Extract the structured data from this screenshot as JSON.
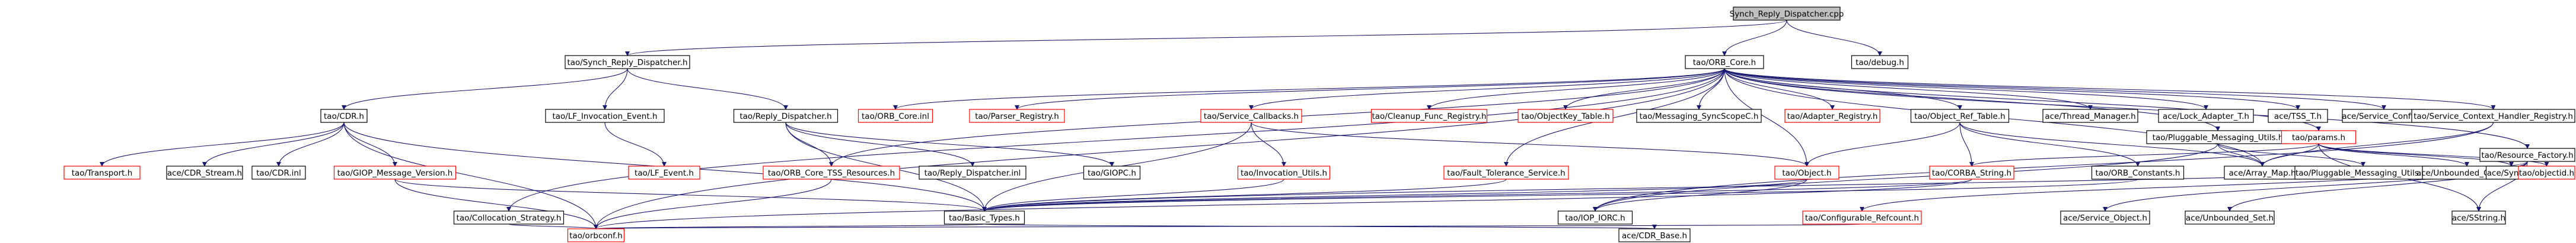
{
  "colors": {
    "root_fill": "#bfbfbf",
    "root_border": "#000000",
    "node_fill": "#ffffff",
    "node_border": "#000000",
    "unresolved_border": "#ff0000",
    "edge": "#191970",
    "text": "#000000"
  },
  "nodes": [
    {
      "id": "root",
      "label": "Synch_Reply_Dispatcher.cpp",
      "kind": "root"
    },
    {
      "id": "srd_h",
      "label": "tao/Synch_Reply_Dispatcher.h",
      "kind": "normal"
    },
    {
      "id": "orb_core",
      "label": "tao/ORB_Core.h",
      "kind": "normal"
    },
    {
      "id": "debug",
      "label": "tao/debug.h",
      "kind": "normal"
    },
    {
      "id": "cdr_h",
      "label": "tao/CDR.h",
      "kind": "normal"
    },
    {
      "id": "lf_inv",
      "label": "tao/LF_Invocation_Event.h",
      "kind": "normal"
    },
    {
      "id": "reply_disp",
      "label": "tao/Reply_Dispatcher.h",
      "kind": "normal"
    },
    {
      "id": "orb_core_inl",
      "label": "tao/ORB_Core.inl",
      "kind": "red"
    },
    {
      "id": "parser_reg",
      "label": "tao/Parser_Registry.h",
      "kind": "red"
    },
    {
      "id": "svc_cb",
      "label": "tao/Service_Callbacks.h",
      "kind": "red"
    },
    {
      "id": "cleanup",
      "label": "tao/Cleanup_Func_Registry.h",
      "kind": "red"
    },
    {
      "id": "objkey",
      "label": "tao/ObjectKey_Table.h",
      "kind": "red"
    },
    {
      "id": "msg_sync",
      "label": "tao/Messaging_SyncScopeC.h",
      "kind": "normal"
    },
    {
      "id": "adapter_reg",
      "label": "tao/Adapter_Registry.h",
      "kind": "red"
    },
    {
      "id": "obj_ref_tbl",
      "label": "tao/Object_Ref_Table.h",
      "kind": "normal"
    },
    {
      "id": "thread_mgr",
      "label": "ace/Thread_Manager.h",
      "kind": "normal"
    },
    {
      "id": "lock_adapter",
      "label": "ace/Lock_Adapter_T.h",
      "kind": "normal"
    },
    {
      "id": "tss_t",
      "label": "ace/TSS_T.h",
      "kind": "normal"
    },
    {
      "id": "svc_config",
      "label": "ace/Service_Config.h",
      "kind": "normal"
    },
    {
      "id": "svc_ctx",
      "label": "tao/Service_Context_Handler_Registry.h",
      "kind": "normal"
    },
    {
      "id": "pluggable",
      "label": "tao/Pluggable_Messaging_Utils.h",
      "kind": "normal"
    },
    {
      "id": "params",
      "label": "tao/params.h",
      "kind": "red"
    },
    {
      "id": "transport",
      "label": "tao/Transport.h",
      "kind": "red"
    },
    {
      "id": "cdr_stream",
      "label": "ace/CDR_Stream.h",
      "kind": "normal"
    },
    {
      "id": "cdr_inl",
      "label": "tao/CDR.inl",
      "kind": "normal"
    },
    {
      "id": "giop_msg",
      "label": "tao/GIOP_Message_Version.h",
      "kind": "red"
    },
    {
      "id": "lf_event",
      "label": "tao/LF_Event.h",
      "kind": "red"
    },
    {
      "id": "tss_res",
      "label": "tao/ORB_Core_TSS_Resources.h",
      "kind": "red"
    },
    {
      "id": "reply_inl",
      "label": "tao/Reply_Dispatcher.inl",
      "kind": "normal"
    },
    {
      "id": "inv_utils",
      "label": "tao/Invocation_Utils.h",
      "kind": "red"
    },
    {
      "id": "giopc",
      "label": "tao/GIOPC.h",
      "kind": "normal"
    },
    {
      "id": "fault",
      "label": "tao/Fault_Tolerance_Service.h",
      "kind": "red"
    },
    {
      "id": "object_h",
      "label": "tao/Object.h",
      "kind": "red"
    },
    {
      "id": "corba_str",
      "label": "tao/CORBA_String.h",
      "kind": "red"
    },
    {
      "id": "orb_const",
      "label": "tao/ORB_Constants.h",
      "kind": "normal"
    },
    {
      "id": "array_map",
      "label": "ace/Array_Map.h",
      "kind": "normal"
    },
    {
      "id": "pluggable_inl",
      "label": "tao/Pluggable_Messaging_Utils.inl",
      "kind": "normal"
    },
    {
      "id": "unbounded_q",
      "label": "ace/Unbounded_Queue.h",
      "kind": "normal"
    },
    {
      "id": "synch",
      "label": "ace/Synch.h",
      "kind": "normal"
    },
    {
      "id": "objectid",
      "label": "tao/objectid.h",
      "kind": "red"
    },
    {
      "id": "res_factory",
      "label": "tao/Resource_Factory.h",
      "kind": "normal"
    },
    {
      "id": "colloc",
      "label": "tao/Collocation_Strategy.h",
      "kind": "normal"
    },
    {
      "id": "basic_types",
      "label": "tao/Basic_Types.h",
      "kind": "normal"
    },
    {
      "id": "iop_iorc",
      "label": "tao/IOP_IORC.h",
      "kind": "normal"
    },
    {
      "id": "conf_ref",
      "label": "tao/Configurable_Refcount.h",
      "kind": "red"
    },
    {
      "id": "svc_obj",
      "label": "ace/Service_Object.h",
      "kind": "normal"
    },
    {
      "id": "unbounded_set",
      "label": "ace/Unbounded_Set.h",
      "kind": "normal"
    },
    {
      "id": "sstring",
      "label": "ace/SString.h",
      "kind": "normal"
    },
    {
      "id": "orbconf",
      "label": "tao/orbconf.h",
      "kind": "red"
    },
    {
      "id": "cdr_base",
      "label": "ace/CDR_Base.h",
      "kind": "normal"
    }
  ],
  "edges": [
    [
      "root",
      "srd_h"
    ],
    [
      "root",
      "orb_core"
    ],
    [
      "root",
      "debug"
    ],
    [
      "srd_h",
      "cdr_h"
    ],
    [
      "srd_h",
      "lf_inv"
    ],
    [
      "srd_h",
      "reply_disp"
    ],
    [
      "orb_core",
      "orb_core_inl"
    ],
    [
      "orb_core",
      "parser_reg"
    ],
    [
      "orb_core",
      "svc_cb"
    ],
    [
      "orb_core",
      "cleanup"
    ],
    [
      "orb_core",
      "objkey"
    ],
    [
      "orb_core",
      "msg_sync"
    ],
    [
      "orb_core",
      "adapter_reg"
    ],
    [
      "orb_core",
      "obj_ref_tbl"
    ],
    [
      "orb_core",
      "thread_mgr"
    ],
    [
      "orb_core",
      "lock_adapter"
    ],
    [
      "orb_core",
      "tss_t"
    ],
    [
      "orb_core",
      "svc_config"
    ],
    [
      "orb_core",
      "svc_ctx"
    ],
    [
      "orb_core",
      "pluggable"
    ],
    [
      "orb_core",
      "params"
    ],
    [
      "orb_core",
      "res_factory"
    ],
    [
      "orb_core",
      "tss_res"
    ],
    [
      "orb_core",
      "colloc"
    ],
    [
      "orb_core",
      "array_map"
    ],
    [
      "orb_core",
      "object_h"
    ],
    [
      "cdr_h",
      "transport"
    ],
    [
      "cdr_h",
      "cdr_stream"
    ],
    [
      "cdr_h",
      "cdr_inl"
    ],
    [
      "cdr_h",
      "giop_msg"
    ],
    [
      "cdr_h",
      "basic_types"
    ],
    [
      "cdr_h",
      "orbconf"
    ],
    [
      "lf_inv",
      "lf_event"
    ],
    [
      "reply_disp",
      "tss_res"
    ],
    [
      "reply_disp",
      "reply_inl"
    ],
    [
      "reply_disp",
      "giopc"
    ],
    [
      "reply_disp",
      "basic_types"
    ],
    [
      "svc_cb",
      "inv_utils"
    ],
    [
      "svc_cb",
      "object_h"
    ],
    [
      "svc_cb",
      "basic_types"
    ],
    [
      "obj_ref_tbl",
      "object_h"
    ],
    [
      "obj_ref_tbl",
      "corba_str"
    ],
    [
      "obj_ref_tbl",
      "orb_const"
    ],
    [
      "obj_ref_tbl",
      "array_map"
    ],
    [
      "svc_ctx",
      "array_map"
    ],
    [
      "svc_ctx",
      "iop_iorc"
    ],
    [
      "pluggable",
      "pluggable_inl"
    ],
    [
      "pluggable",
      "iop_iorc"
    ],
    [
      "pluggable",
      "array_map"
    ],
    [
      "params",
      "array_map"
    ],
    [
      "params",
      "unbounded_q"
    ],
    [
      "params",
      "synch"
    ],
    [
      "params",
      "objectid"
    ],
    [
      "params",
      "sstring"
    ],
    [
      "params",
      "corba_str"
    ],
    [
      "res_factory",
      "conf_ref"
    ],
    [
      "res_factory",
      "svc_obj"
    ],
    [
      "res_factory",
      "unbounded_set"
    ],
    [
      "res_factory",
      "sstring"
    ],
    [
      "res_factory",
      "basic_types"
    ],
    [
      "giop_msg",
      "basic_types"
    ],
    [
      "giop_msg",
      "orbconf"
    ],
    [
      "tss_res",
      "orbconf"
    ],
    [
      "inv_utils",
      "basic_types"
    ],
    [
      "fault",
      "basic_types"
    ],
    [
      "object_h",
      "basic_types"
    ],
    [
      "object_h",
      "iop_iorc"
    ],
    [
      "corba_str",
      "basic_types"
    ],
    [
      "corba_str",
      "orbconf"
    ],
    [
      "orb_const",
      "basic_types"
    ],
    [
      "colloc",
      "orbconf"
    ],
    [
      "basic_types",
      "orbconf"
    ],
    [
      "basic_types",
      "cdr_base"
    ],
    [
      "conf_ref",
      "orbconf"
    ],
    [
      "orb_core",
      "fault"
    ],
    [
      "orb_core",
      "orbconf"
    ]
  ]
}
